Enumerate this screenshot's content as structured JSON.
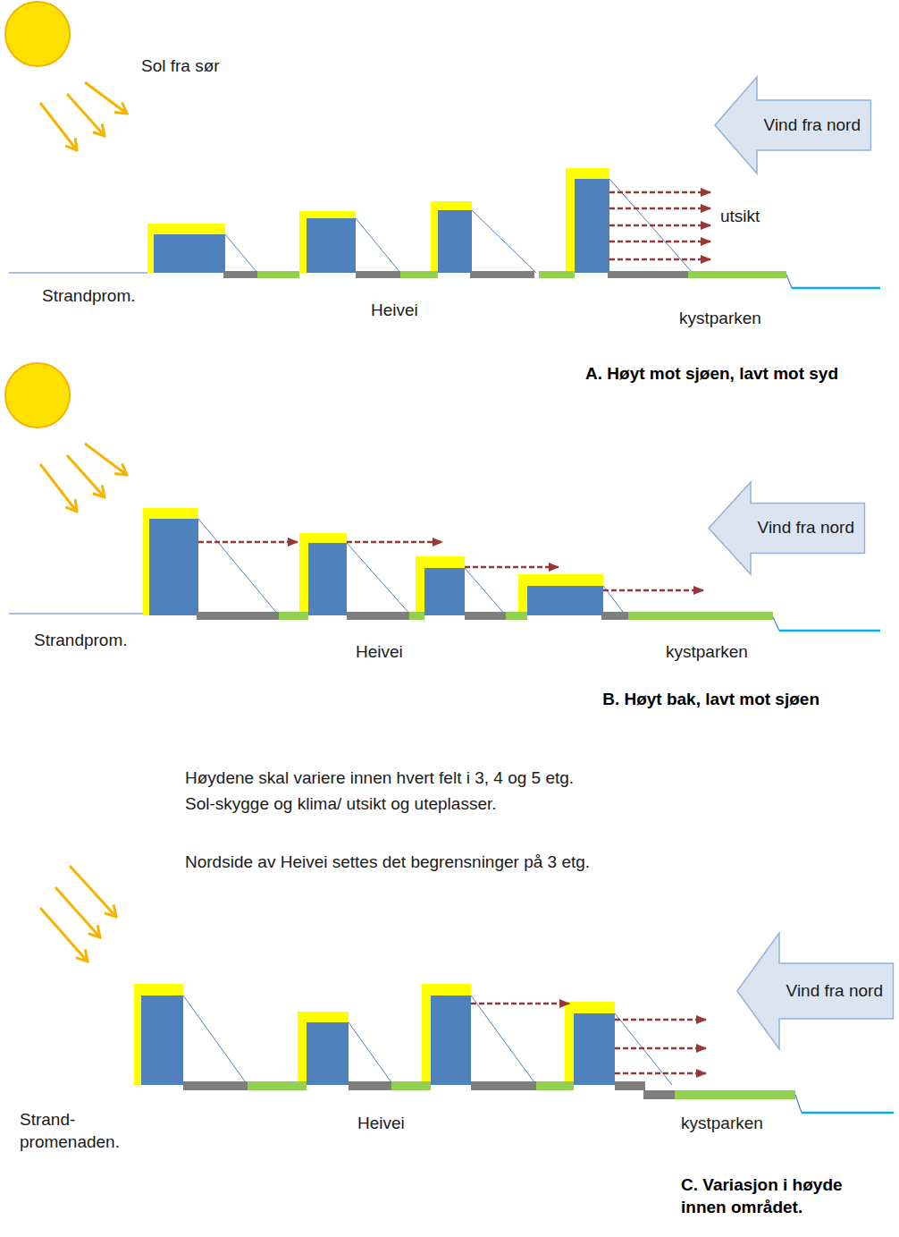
{
  "diagram": {
    "nodes": [
      {
        "text": [
          "Vind fra nord"
        ]
      },
      {
        "text": [
          "Vind fra nord"
        ]
      },
      {
        "text": [
          "Vind fra nord"
        ]
      }
    ],
    "labels": [
      "Sol fra sør",
      "utsikt",
      "Strandprom.",
      "Heivei",
      "kystparken",
      "A. Høyt mot sjøen, lavt mot syd",
      "Strandprom.",
      "Heivei",
      "kystparken",
      "B. Høyt bak, lavt mot sjøen",
      "Høydene skal variere innen hvert felt i 3, 4 og 5 etg.",
      "Sol-skygge og klima/ utsikt og uteplasser.",
      "Nordside av Heivei settes det begrensninger på 3 etg.",
      "Strand- promenaden.",
      "Heivei",
      "kystparken",
      "C. Variasjon i høyde innen området."
    ]
  }
}
